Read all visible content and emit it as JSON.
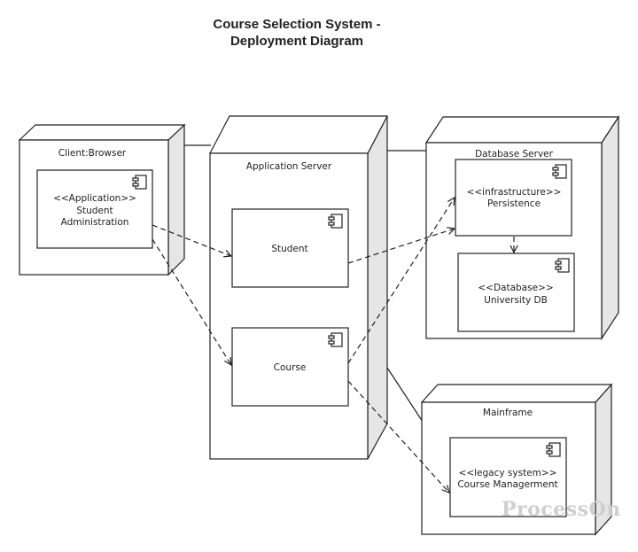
{
  "title": {
    "line1": "Course Selection System -",
    "line2": "Deployment Diagram"
  },
  "nodes": {
    "client": {
      "label": "Client:Browser"
    },
    "app_server": {
      "label": "Application Server"
    },
    "db_server": {
      "label": "Database Server"
    },
    "mainframe": {
      "label": "Mainframe"
    }
  },
  "components": {
    "student_admin": {
      "line1": "<<Application>>",
      "line2": "Student",
      "line3": "Administration"
    },
    "student": {
      "label": "Student"
    },
    "course": {
      "label": "Course"
    },
    "persistence": {
      "line1": "<<infrastructure>>",
      "line2": "Persistence"
    },
    "university_db": {
      "line1": "<<Database>>",
      "line2": "University DB"
    },
    "course_mgmt": {
      "line1": "<<legacy system>>",
      "line2": "Course Managerment"
    }
  },
  "watermark": "ProcessOn",
  "colors": {
    "line": "#222222",
    "node_side": "#e6e6e6",
    "fill": "#ffffff",
    "watermark": "#cfcfcf"
  }
}
